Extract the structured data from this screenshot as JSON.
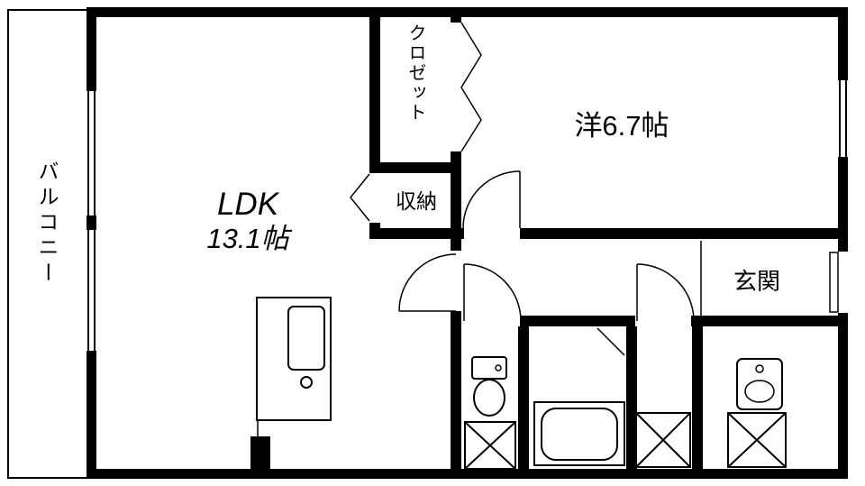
{
  "rooms": {
    "balcony": "バルコニー",
    "closet": "クロゼット",
    "storage": "収納",
    "western": "洋6.7帖",
    "ldk_line1": "LDK",
    "ldk_line2": "13.1帖",
    "entrance": "玄関"
  },
  "colors": {
    "wall": "#000000",
    "line": "#000000",
    "background": "#ffffff"
  }
}
